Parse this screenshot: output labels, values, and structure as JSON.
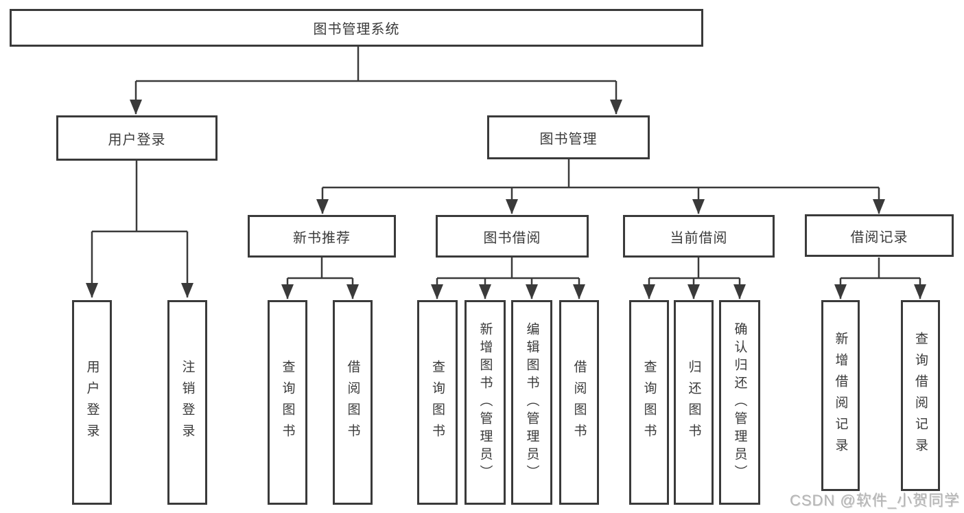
{
  "root": {
    "label": "图书管理系统"
  },
  "level2": [
    {
      "label": "用户登录"
    },
    {
      "label": "图书管理"
    }
  ],
  "login_children": [
    {
      "label": "用户登录"
    },
    {
      "label": "注销登录"
    }
  ],
  "level3": [
    {
      "label": "新书推荐",
      "children": [
        {
          "label": "查询图书"
        },
        {
          "label": "借阅图书"
        }
      ]
    },
    {
      "label": "图书借阅",
      "children": [
        {
          "label": "查询图书"
        },
        {
          "label": "新增图书（管理员）"
        },
        {
          "label": "编辑图书（管理员）"
        },
        {
          "label": "借阅图书"
        }
      ]
    },
    {
      "label": "当前借阅",
      "children": [
        {
          "label": "查询图书"
        },
        {
          "label": "归还图书"
        },
        {
          "label": "确认归还（管理员）"
        }
      ]
    },
    {
      "label": "借阅记录",
      "children": [
        {
          "label": "新增借阅记录"
        },
        {
          "label": "查询借阅记录"
        }
      ]
    }
  ],
  "watermark": {
    "text": "CSDN @软件_小贺同学"
  },
  "colors": {
    "line": "#3a3a3a",
    "text": "#3a3a3a",
    "box_background": "#ffffff",
    "page_background": "#ffffff",
    "watermark": "#b2b2b2"
  }
}
